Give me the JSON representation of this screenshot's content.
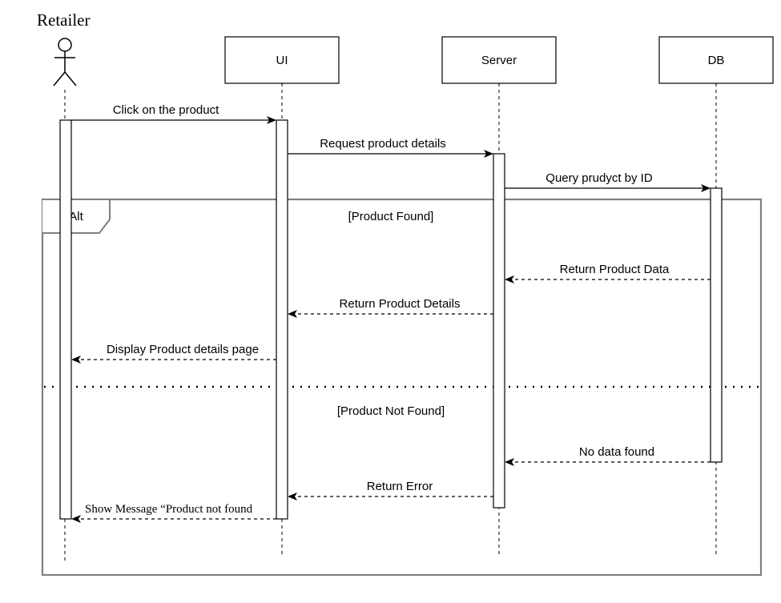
{
  "actor": {
    "name": "Retailer"
  },
  "participants": {
    "ui": "UI",
    "server": "Server",
    "db": "DB"
  },
  "fragment": {
    "operator": "Alt",
    "guard_found": "[Product Found]",
    "guard_not_found": "[Product Not Found]"
  },
  "messages": {
    "m1": "Click on the product",
    "m2": "Request product details",
    "m3": "Query prudyct by ID",
    "m4": "Return Product Data",
    "m5": "Return Product Details",
    "m6": "Display Product details page",
    "m7": "No data found",
    "m8": "Return Error",
    "m9": "Show Message “Product not found"
  },
  "colors": {
    "line": "#000000",
    "frame": "#808080",
    "background": "#ffffff"
  }
}
